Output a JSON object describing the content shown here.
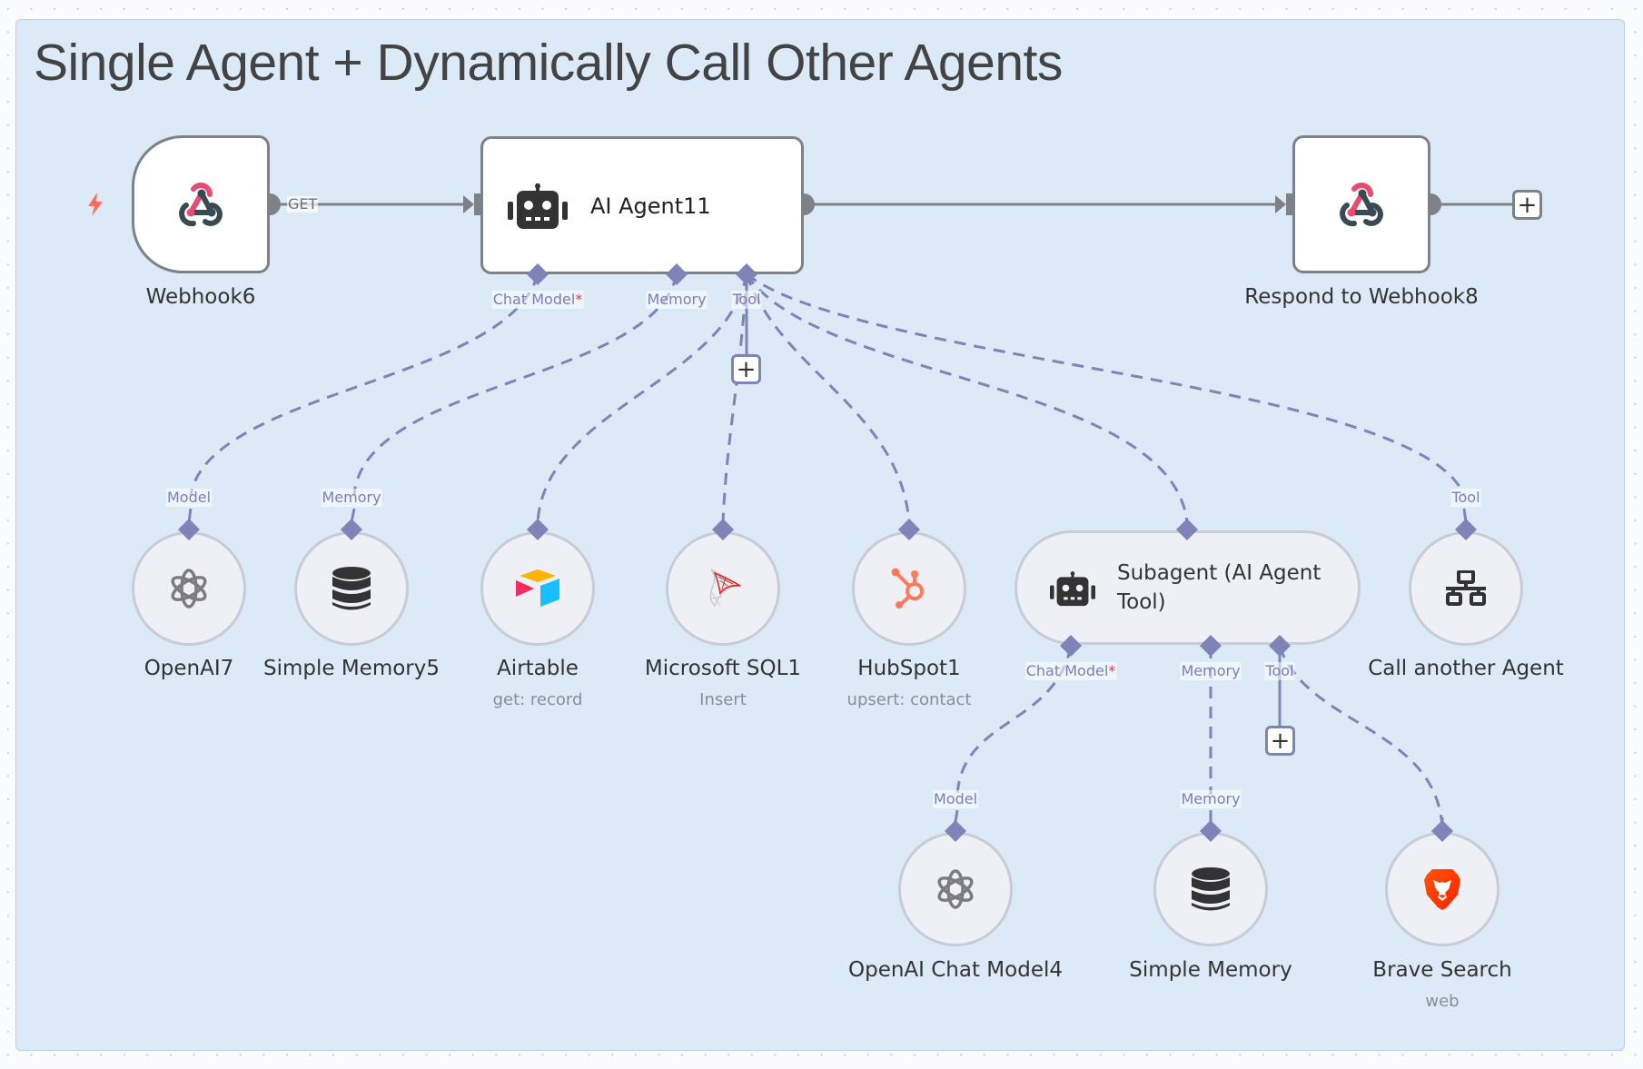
{
  "sticky": {
    "title": "Single Agent + Dynamically Call Other Agents",
    "background_color": "#dceaf7"
  },
  "colors": {
    "main_edge": "#7e8186",
    "ai_edge": "#7e83b8",
    "trigger": "#ff6d5a"
  },
  "nodes": {
    "webhook": {
      "name": "Webhook6",
      "icon": "webhook-icon",
      "output_label": "GET",
      "trigger_icon": "lightning-bolt-icon"
    },
    "agent": {
      "name": "AI Agent11",
      "icon": "robot-icon",
      "ports": {
        "chat_model": "Chat Model",
        "memory": "Memory",
        "tool": "Tool"
      },
      "required_marker": "*"
    },
    "respond": {
      "name": "Respond to Webhook8",
      "icon": "webhook-icon"
    },
    "openai7": {
      "name": "OpenAI7",
      "icon": "openai-icon",
      "port_label": "Model"
    },
    "simple_memory5": {
      "name": "Simple Memory5",
      "icon": "database-icon",
      "port_label": "Memory"
    },
    "airtable": {
      "name": "Airtable",
      "subtitle": "get: record",
      "icon": "airtable-icon"
    },
    "mssql": {
      "name": "Microsoft SQL1",
      "subtitle": "Insert",
      "icon": "mssql-icon"
    },
    "hubspot": {
      "name": "HubSpot1",
      "subtitle": "upsert: contact",
      "icon": "hubspot-icon"
    },
    "subagent": {
      "name_line1": "Subagent (AI Agent",
      "name_line2": "Tool)",
      "icon": "robot-icon",
      "ports": {
        "chat_model": "Chat Model",
        "memory": "Memory",
        "tool": "Tool"
      },
      "required_marker": "*"
    },
    "call_agent": {
      "name": "Call another Agent",
      "icon": "network-icon",
      "port_label": "Tool"
    },
    "openai_chat4": {
      "name": "OpenAI Chat Model4",
      "icon": "openai-icon",
      "port_label": "Model"
    },
    "simple_memory": {
      "name": "Simple Memory",
      "icon": "database-icon",
      "port_label": "Memory"
    },
    "brave": {
      "name": "Brave Search",
      "subtitle": "web",
      "icon": "brave-lion-icon"
    }
  },
  "add_button_symbol": "+"
}
